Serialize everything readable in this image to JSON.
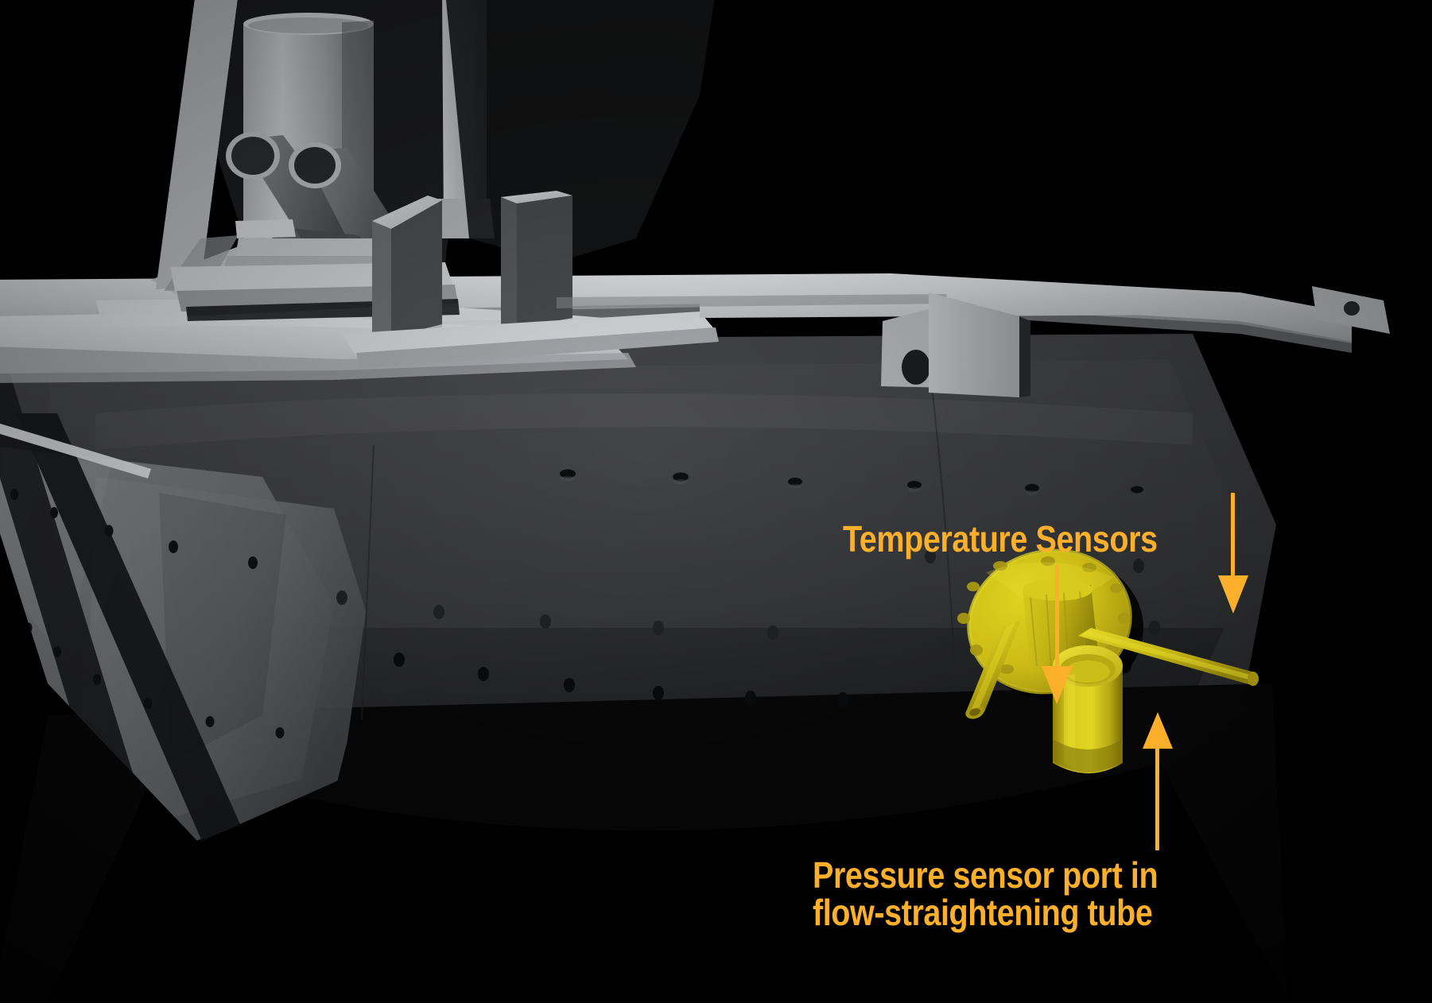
{
  "scene": {
    "title": "Vessel hull sensor installation detail render",
    "background_color": "#000000",
    "accent_color": "#FBAF2B",
    "highlight_part_color": "#D6C41E",
    "hull_color": "#3a3a3c",
    "superstructure_color": "#c9ccd0"
  },
  "annotations": {
    "temperature": {
      "label": "Temperature Sensors",
      "arrow_count": 2
    },
    "pressure": {
      "label_line1": "Pressure sensor port in",
      "label_line2": "flow-straightening tube",
      "arrow_count": 1
    }
  },
  "parts": {
    "funnel": "exhaust-funnel-stack",
    "exhaust_pipes": "twin-angled-exhaust-pipes",
    "mast": "vertical-mast",
    "bollards": "deck-bollard-posts",
    "deck_rail": "deck-rail",
    "fin_bracket": "rail-fin-bracket",
    "hull": "hull-plating",
    "port_holes": "hull-port-holes",
    "sensor_flange": "bolted-sensor-flange",
    "flow_tube": "flow-straightening-tube",
    "probe_left": "temperature-probe-left",
    "probe_right": "temperature-probe-right"
  }
}
